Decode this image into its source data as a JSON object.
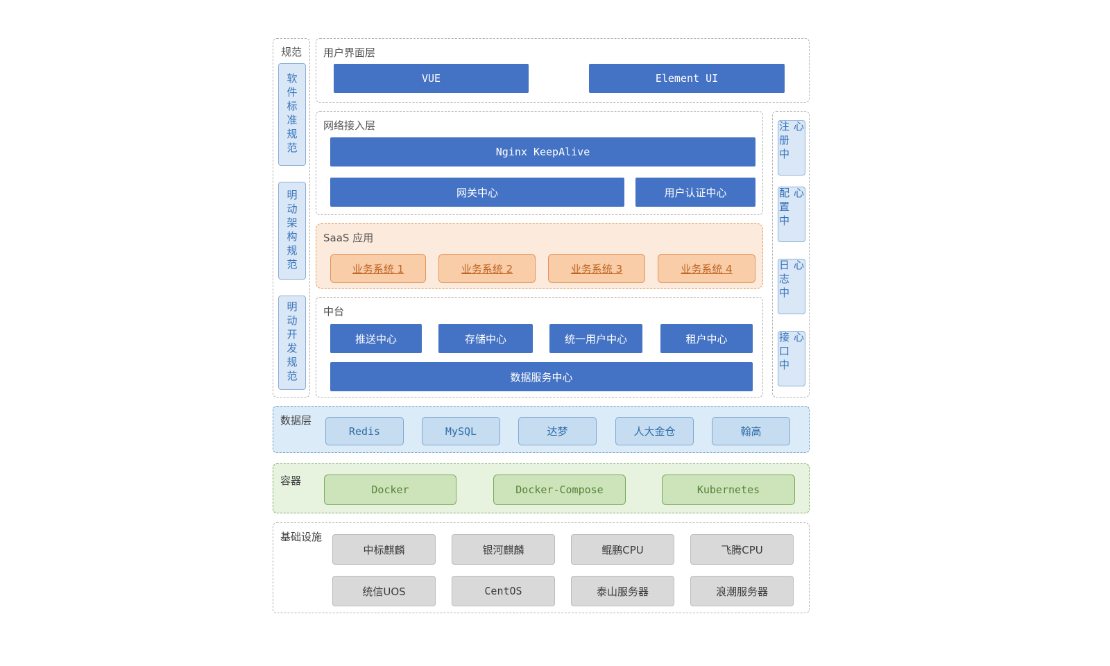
{
  "diagram": {
    "spec_panel": {
      "label": "规范",
      "items": [
        "软件标准规范",
        "明动架构规范",
        "明动开发规范"
      ]
    },
    "ui_layer": {
      "label": "用户界面层",
      "nodes": [
        "VUE",
        "Element UI"
      ]
    },
    "network_layer": {
      "label": "网络接入层",
      "nodes": [
        "Nginx KeepAlive",
        "网关中心",
        "用户认证中心"
      ]
    },
    "saas_layer": {
      "label": "SaaS 应用",
      "nodes": [
        "业务系统 1",
        "业务系统 2",
        "业务系统 3",
        "业务系统 4"
      ]
    },
    "middle_layer": {
      "label": "中台",
      "nodes": [
        "推送中心",
        "存储中心",
        "统一用户中心",
        "租户中心",
        "数据服务中心"
      ]
    },
    "service_panel": {
      "items": [
        "注册中心",
        "配置中心",
        "日志中心",
        "接口中心"
      ]
    },
    "data_layer": {
      "label": "数据层",
      "nodes": [
        "Redis",
        "MySQL",
        "达梦",
        "人大金仓",
        "翰高"
      ]
    },
    "container_layer": {
      "label": "容器",
      "nodes": [
        "Docker",
        "Docker-Compose",
        "Kubernetes"
      ]
    },
    "infra_layer": {
      "label": "基础设施",
      "row1": [
        "中标麒麟",
        "银河麒麟",
        "鲲鹏CPU",
        "飞腾CPU"
      ],
      "row2": [
        "统信UOS",
        "CentOS",
        "泰山服务器",
        "浪潮服务器"
      ]
    },
    "colors": {
      "primary_blue": "#4472c4",
      "light_blue_fill": "#d9e7f6",
      "blue_border": "#8fb0d9",
      "blue_text": "#2d6da8",
      "orange_fill": "#f8cda8",
      "orange_border": "#e2945e",
      "orange_text": "#c06524",
      "green_fill": "#cde4ba",
      "green_border": "#79a95c",
      "green_text": "#538135",
      "gray_fill": "#d9d9d9",
      "dash_gray": "#b3b3b3"
    }
  }
}
